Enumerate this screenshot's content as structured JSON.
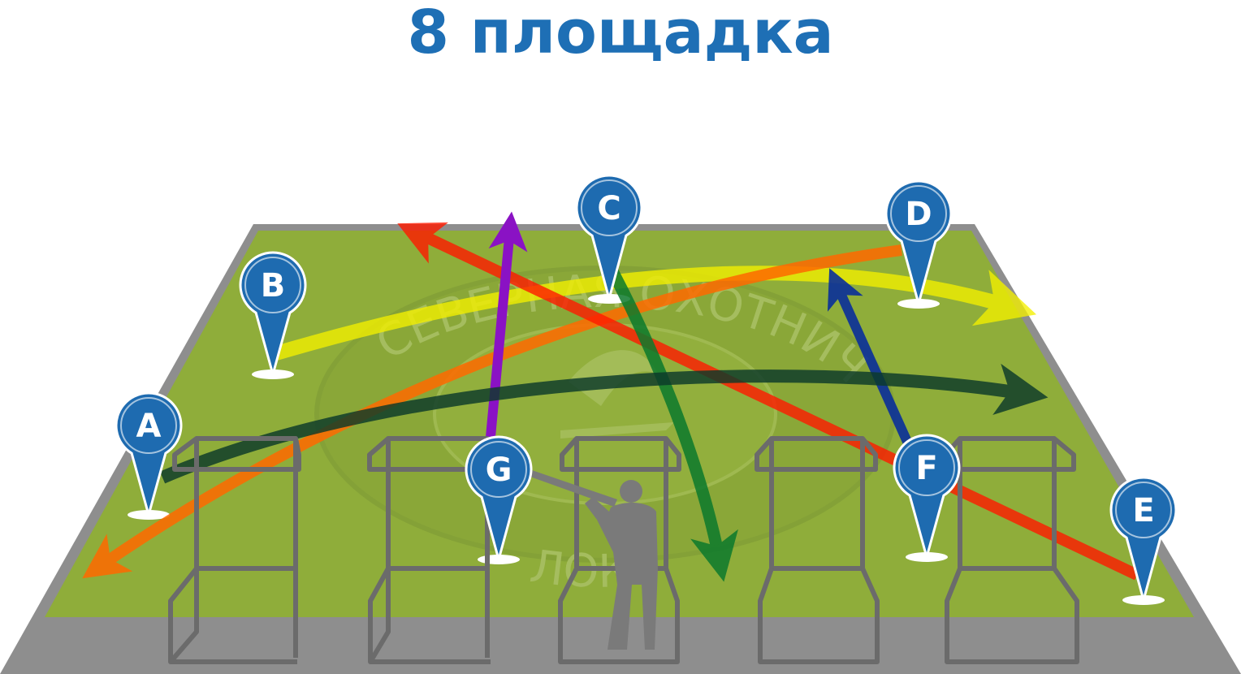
{
  "title": "8 площадка",
  "colors": {
    "title": "#1e6fb5",
    "field_border": "#8e8e8e",
    "field_grass": "#8fad3a",
    "pin": "#1e6bb0",
    "cage": "#6b6b6b",
    "shooter": "#7a7a7a"
  },
  "watermark": {
    "text_top": "СЕВЕРНАЯ ОХОТНИЧЬЯ",
    "text_bottom": "ЛОК"
  },
  "pins": [
    {
      "id": "A",
      "label": "A"
    },
    {
      "id": "B",
      "label": "B"
    },
    {
      "id": "C",
      "label": "C"
    },
    {
      "id": "D",
      "label": "D"
    },
    {
      "id": "E",
      "label": "E"
    },
    {
      "id": "F",
      "label": "F"
    },
    {
      "id": "G",
      "label": "G"
    }
  ],
  "trajectories": [
    {
      "from": "B",
      "color": "yellow"
    },
    {
      "from": "D",
      "color": "orange"
    },
    {
      "from": "E",
      "color": "red"
    },
    {
      "from": "G",
      "color": "violet"
    },
    {
      "from": "C",
      "color": "green"
    },
    {
      "from": "F",
      "color": "navy"
    },
    {
      "from": "A",
      "color": "dark-green"
    }
  ],
  "shooting_stands": 5
}
